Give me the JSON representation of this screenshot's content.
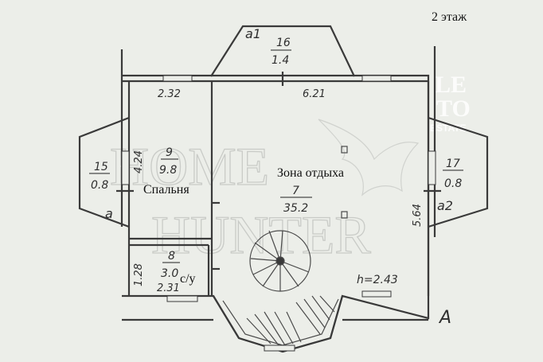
{
  "floor_title": "2 этаж",
  "axis_marks": {
    "a1": "а1",
    "a": "а",
    "a2": "а2",
    "A": "А"
  },
  "rooms": {
    "r16": {
      "number": "16",
      "area": "1.4"
    },
    "r9": {
      "number": "9",
      "area": "9.8",
      "name": "Спальня"
    },
    "r8": {
      "number": "8",
      "area": "3.0",
      "name": "с/у"
    },
    "r7": {
      "number": "7",
      "area": "35.2",
      "name": "Зона отдыха"
    },
    "r15": {
      "number": "15",
      "area": "0.8"
    },
    "r17": {
      "number": "17",
      "area": "0.8"
    }
  },
  "dimensions": {
    "bedroom_top": "2.32",
    "main_top": "6.21",
    "bedroom_left": "4.24",
    "wc_left": "1.28",
    "wc_bottom": "2.31",
    "main_right": "5.64",
    "height": "h=2.43"
  },
  "watermarks": {
    "home": "HOME",
    "hunter": "HUNTER",
    "le": "LE",
    "to": "TO",
    "estate": "ESTATE"
  },
  "colors": {
    "paper": "#eceee9",
    "ink": "#3a3a3a"
  }
}
